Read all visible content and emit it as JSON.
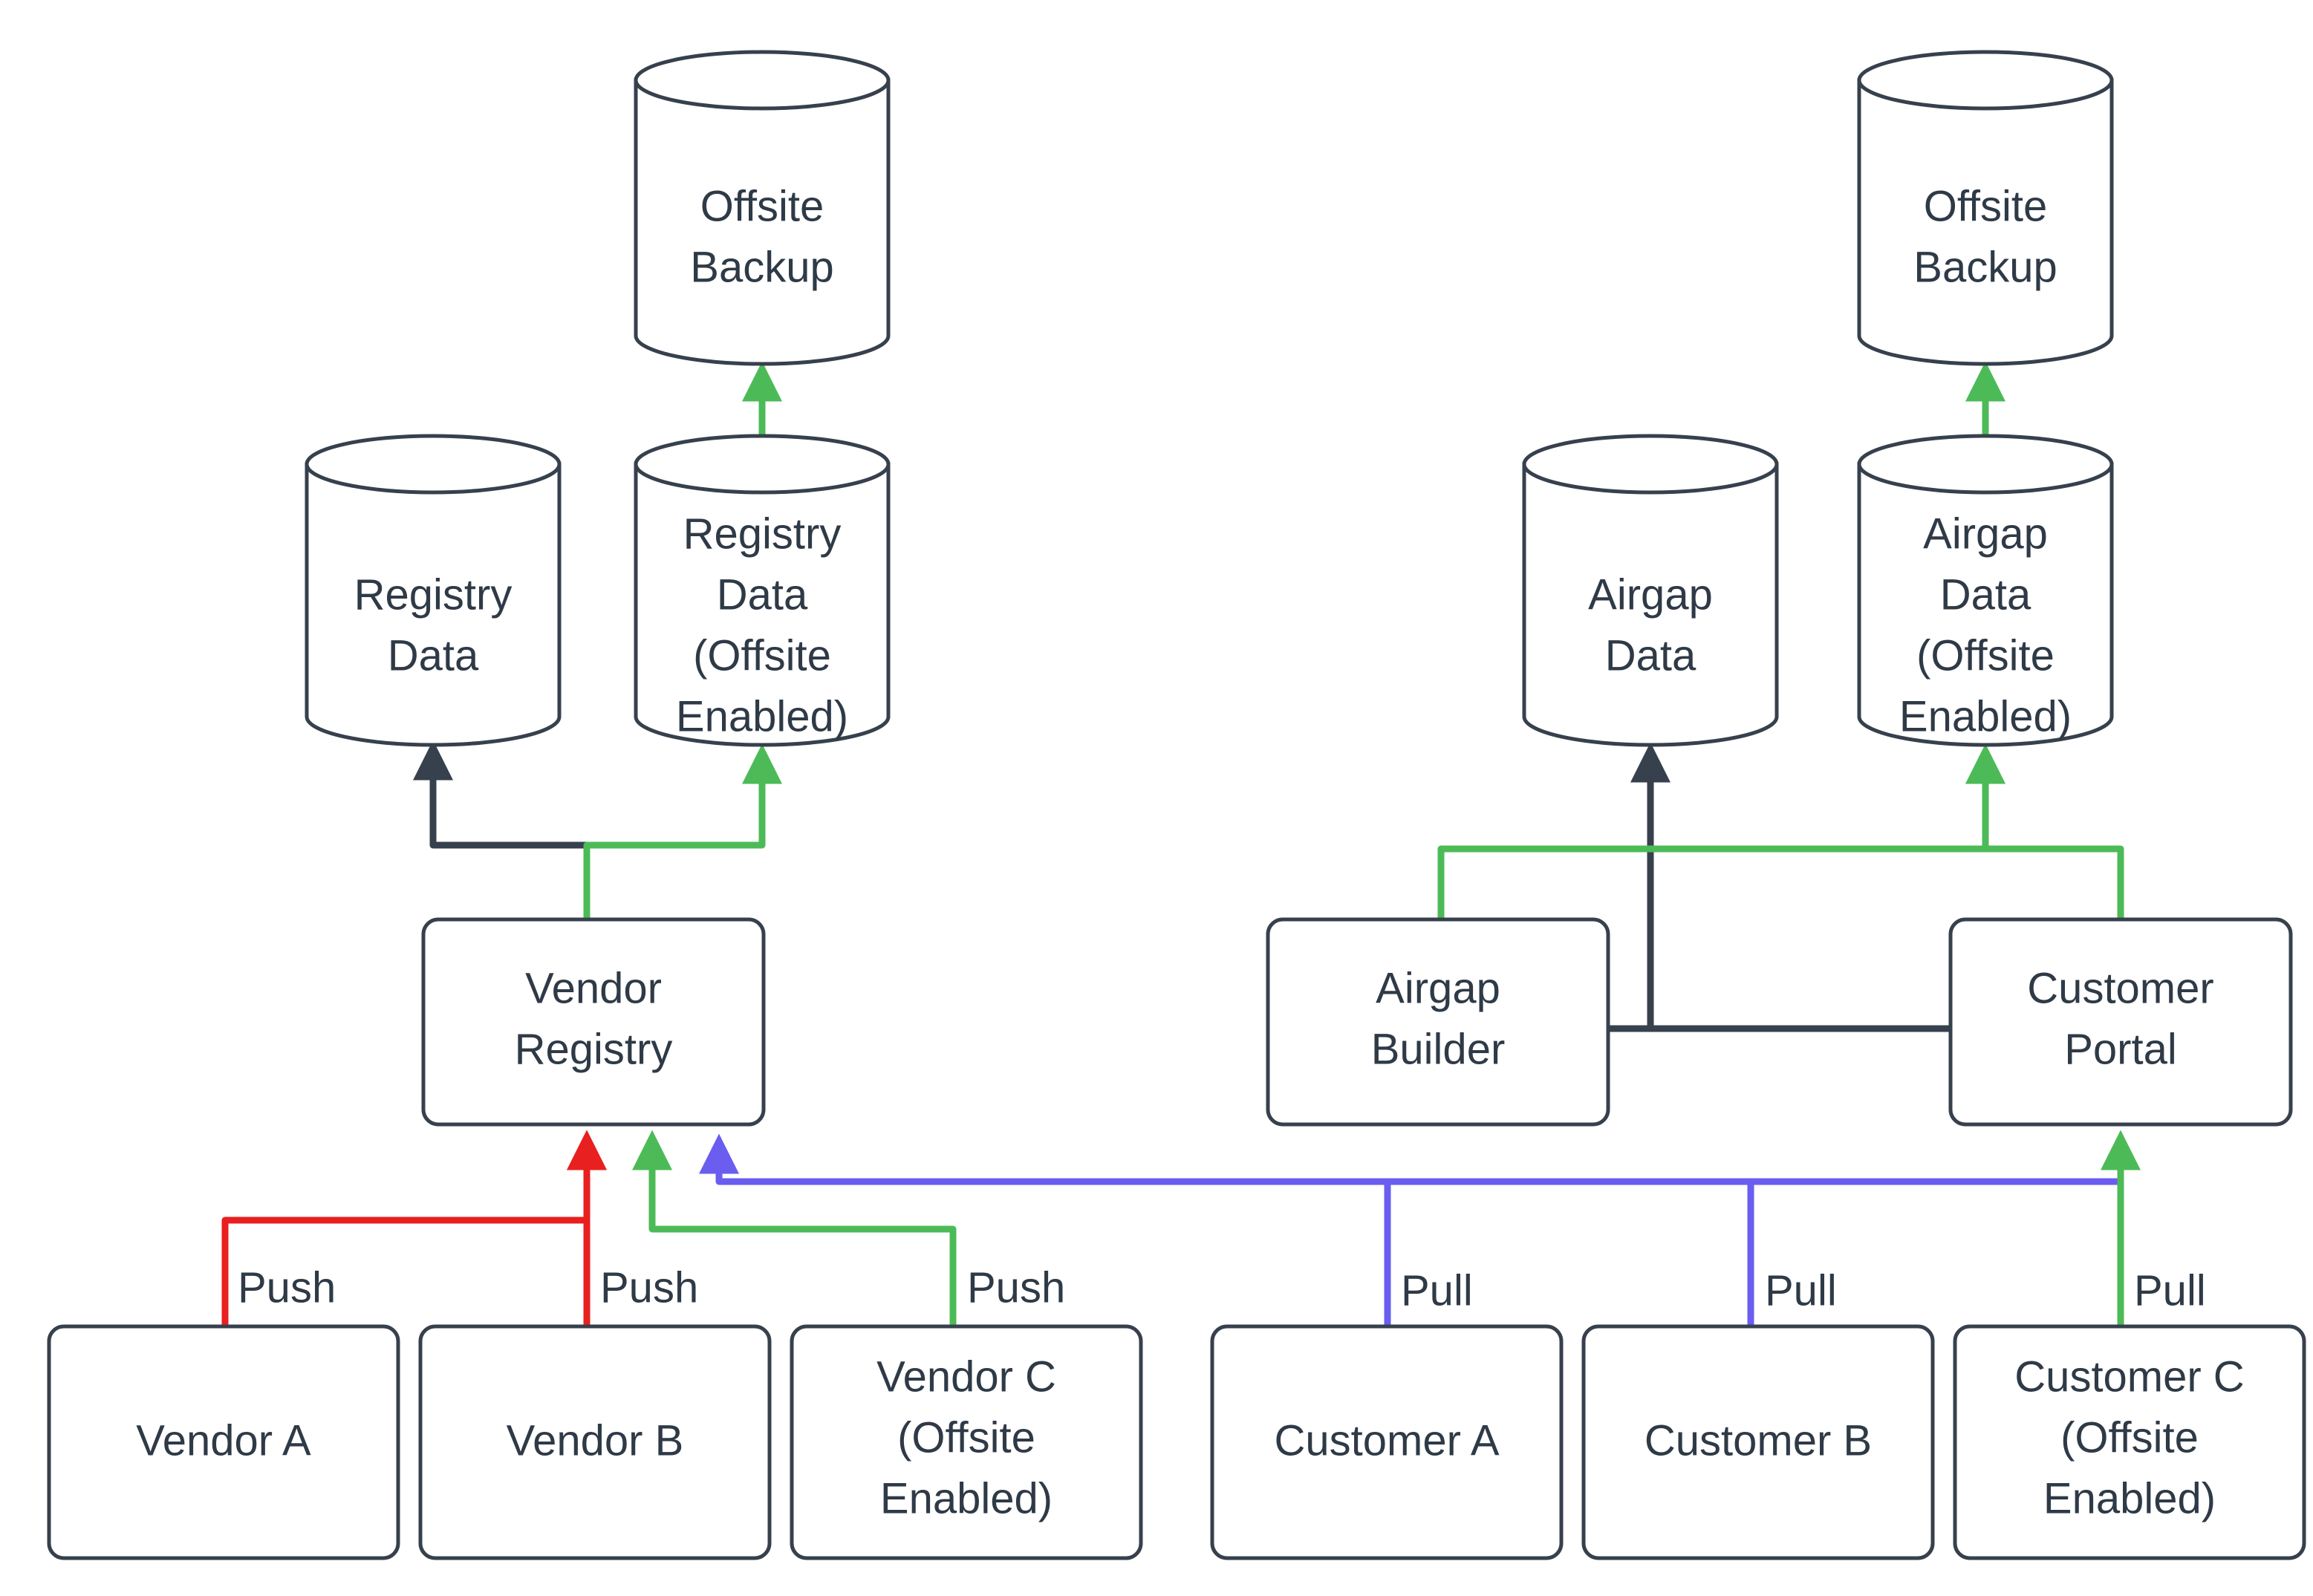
{
  "diagram": {
    "type": "flowchart",
    "background_color": "#ffffff",
    "node_stroke_color": "#37404d",
    "node_fill_color": "#ffffff",
    "text_color": "#2f3a47",
    "edge_colors": {
      "dark": "#37404d",
      "green": "#4cbb57",
      "red": "#e8201f",
      "purple": "#6a5df0"
    },
    "nodes": {
      "offsite_backup_left": {
        "label_line1": "Offsite",
        "label_line2": "Backup",
        "shape": "cylinder"
      },
      "offsite_backup_right": {
        "label_line1": "Offsite",
        "label_line2": "Backup",
        "shape": "cylinder"
      },
      "registry_data": {
        "label_line1": "Registry",
        "label_line2": "Data",
        "shape": "cylinder"
      },
      "registry_data_offsite": {
        "label_line1": "Registry",
        "label_line2": "Data",
        "label_line3": "(Offsite",
        "label_line4": "Enabled)",
        "shape": "cylinder"
      },
      "airgap_data": {
        "label_line1": "Airgap",
        "label_line2": "Data",
        "shape": "cylinder"
      },
      "airgap_data_offsite": {
        "label_line1": "Airgap",
        "label_line2": "Data",
        "label_line3": "(Offsite",
        "label_line4": "Enabled)",
        "shape": "cylinder"
      },
      "vendor_registry": {
        "label_line1": "Vendor",
        "label_line2": "Registry",
        "shape": "rounded-rect"
      },
      "airgap_builder": {
        "label_line1": "Airgap",
        "label_line2": "Builder",
        "shape": "rounded-rect"
      },
      "customer_portal": {
        "label_line1": "Customer",
        "label_line2": "Portal",
        "shape": "rounded-rect"
      },
      "vendor_a": {
        "label_line1": "Vendor A",
        "shape": "rounded-rect"
      },
      "vendor_b": {
        "label_line1": "Vendor B",
        "shape": "rounded-rect"
      },
      "vendor_c": {
        "label_line1": "Vendor C",
        "label_line2": "(Offsite",
        "label_line3": "Enabled)",
        "shape": "rounded-rect"
      },
      "customer_a": {
        "label_line1": "Customer A",
        "shape": "rounded-rect"
      },
      "customer_b": {
        "label_line1": "Customer B",
        "shape": "rounded-rect"
      },
      "customer_c": {
        "label_line1": "Customer C",
        "label_line2": "(Offsite",
        "label_line3": "Enabled)",
        "shape": "rounded-rect"
      }
    },
    "edge_labels": {
      "vendor_a_push": "Push",
      "vendor_b_push": "Push",
      "vendor_c_push": "Push",
      "customer_a_pull": "Pull",
      "customer_b_pull": "Pull",
      "customer_c_pull": "Pull"
    }
  }
}
